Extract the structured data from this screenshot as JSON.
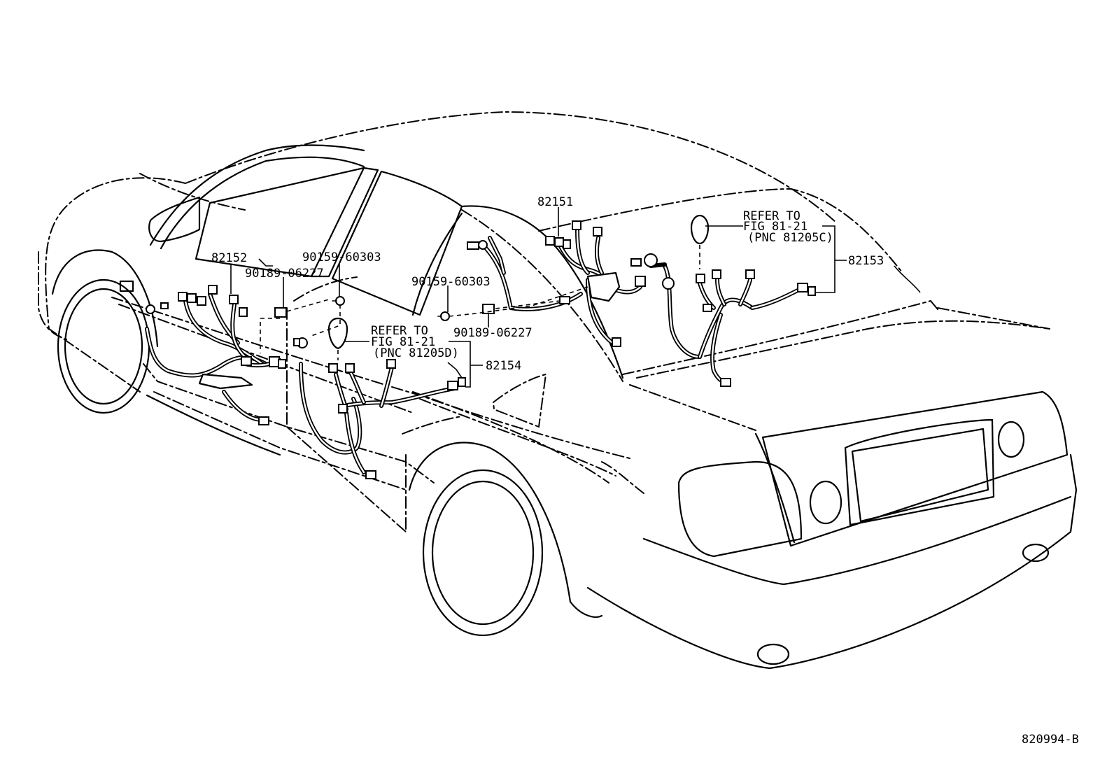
{
  "diagram_id": "820994-B",
  "callouts": {
    "p82151": "82151",
    "p82152": "82152",
    "p82153": "82153",
    "p82154": "82154",
    "bolt_left": "90159-60303",
    "clamp_left": "90189-06227",
    "bolt_right": "90159-60303",
    "clamp_right": "90189-06227"
  },
  "refer_rear": {
    "line1": "REFER TO",
    "line2": "FIG 81-21",
    "line3": "(PNC 81205C)"
  },
  "refer_door": {
    "line1": "REFER TO",
    "line2": "FIG 81-21",
    "line3": "(PNC 81205D)"
  }
}
